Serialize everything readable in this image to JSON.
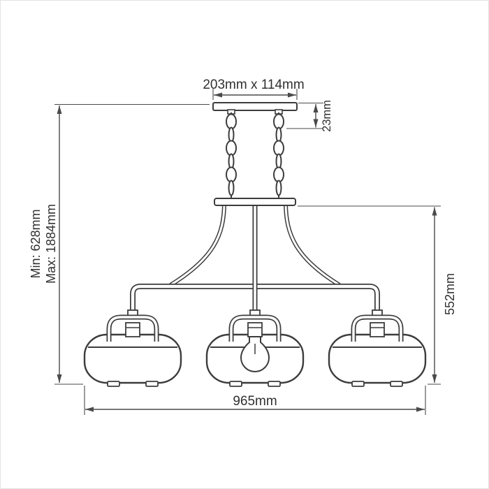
{
  "diagram": {
    "subject": "three-light chandelier dimension drawing",
    "background_color": "#ffffff",
    "line_color": "#3c3c3c",
    "dimension_color": "#4a4a4a",
    "text_color": "#303030",
    "labels": {
      "canopy_size": "203mm x 114mm",
      "canopy_depth": "23mm",
      "suspension_min": "Min: 628mm",
      "suspension_max": "Max: 1884mm",
      "fixture_height": "552mm",
      "fixture_width": "965mm"
    }
  }
}
